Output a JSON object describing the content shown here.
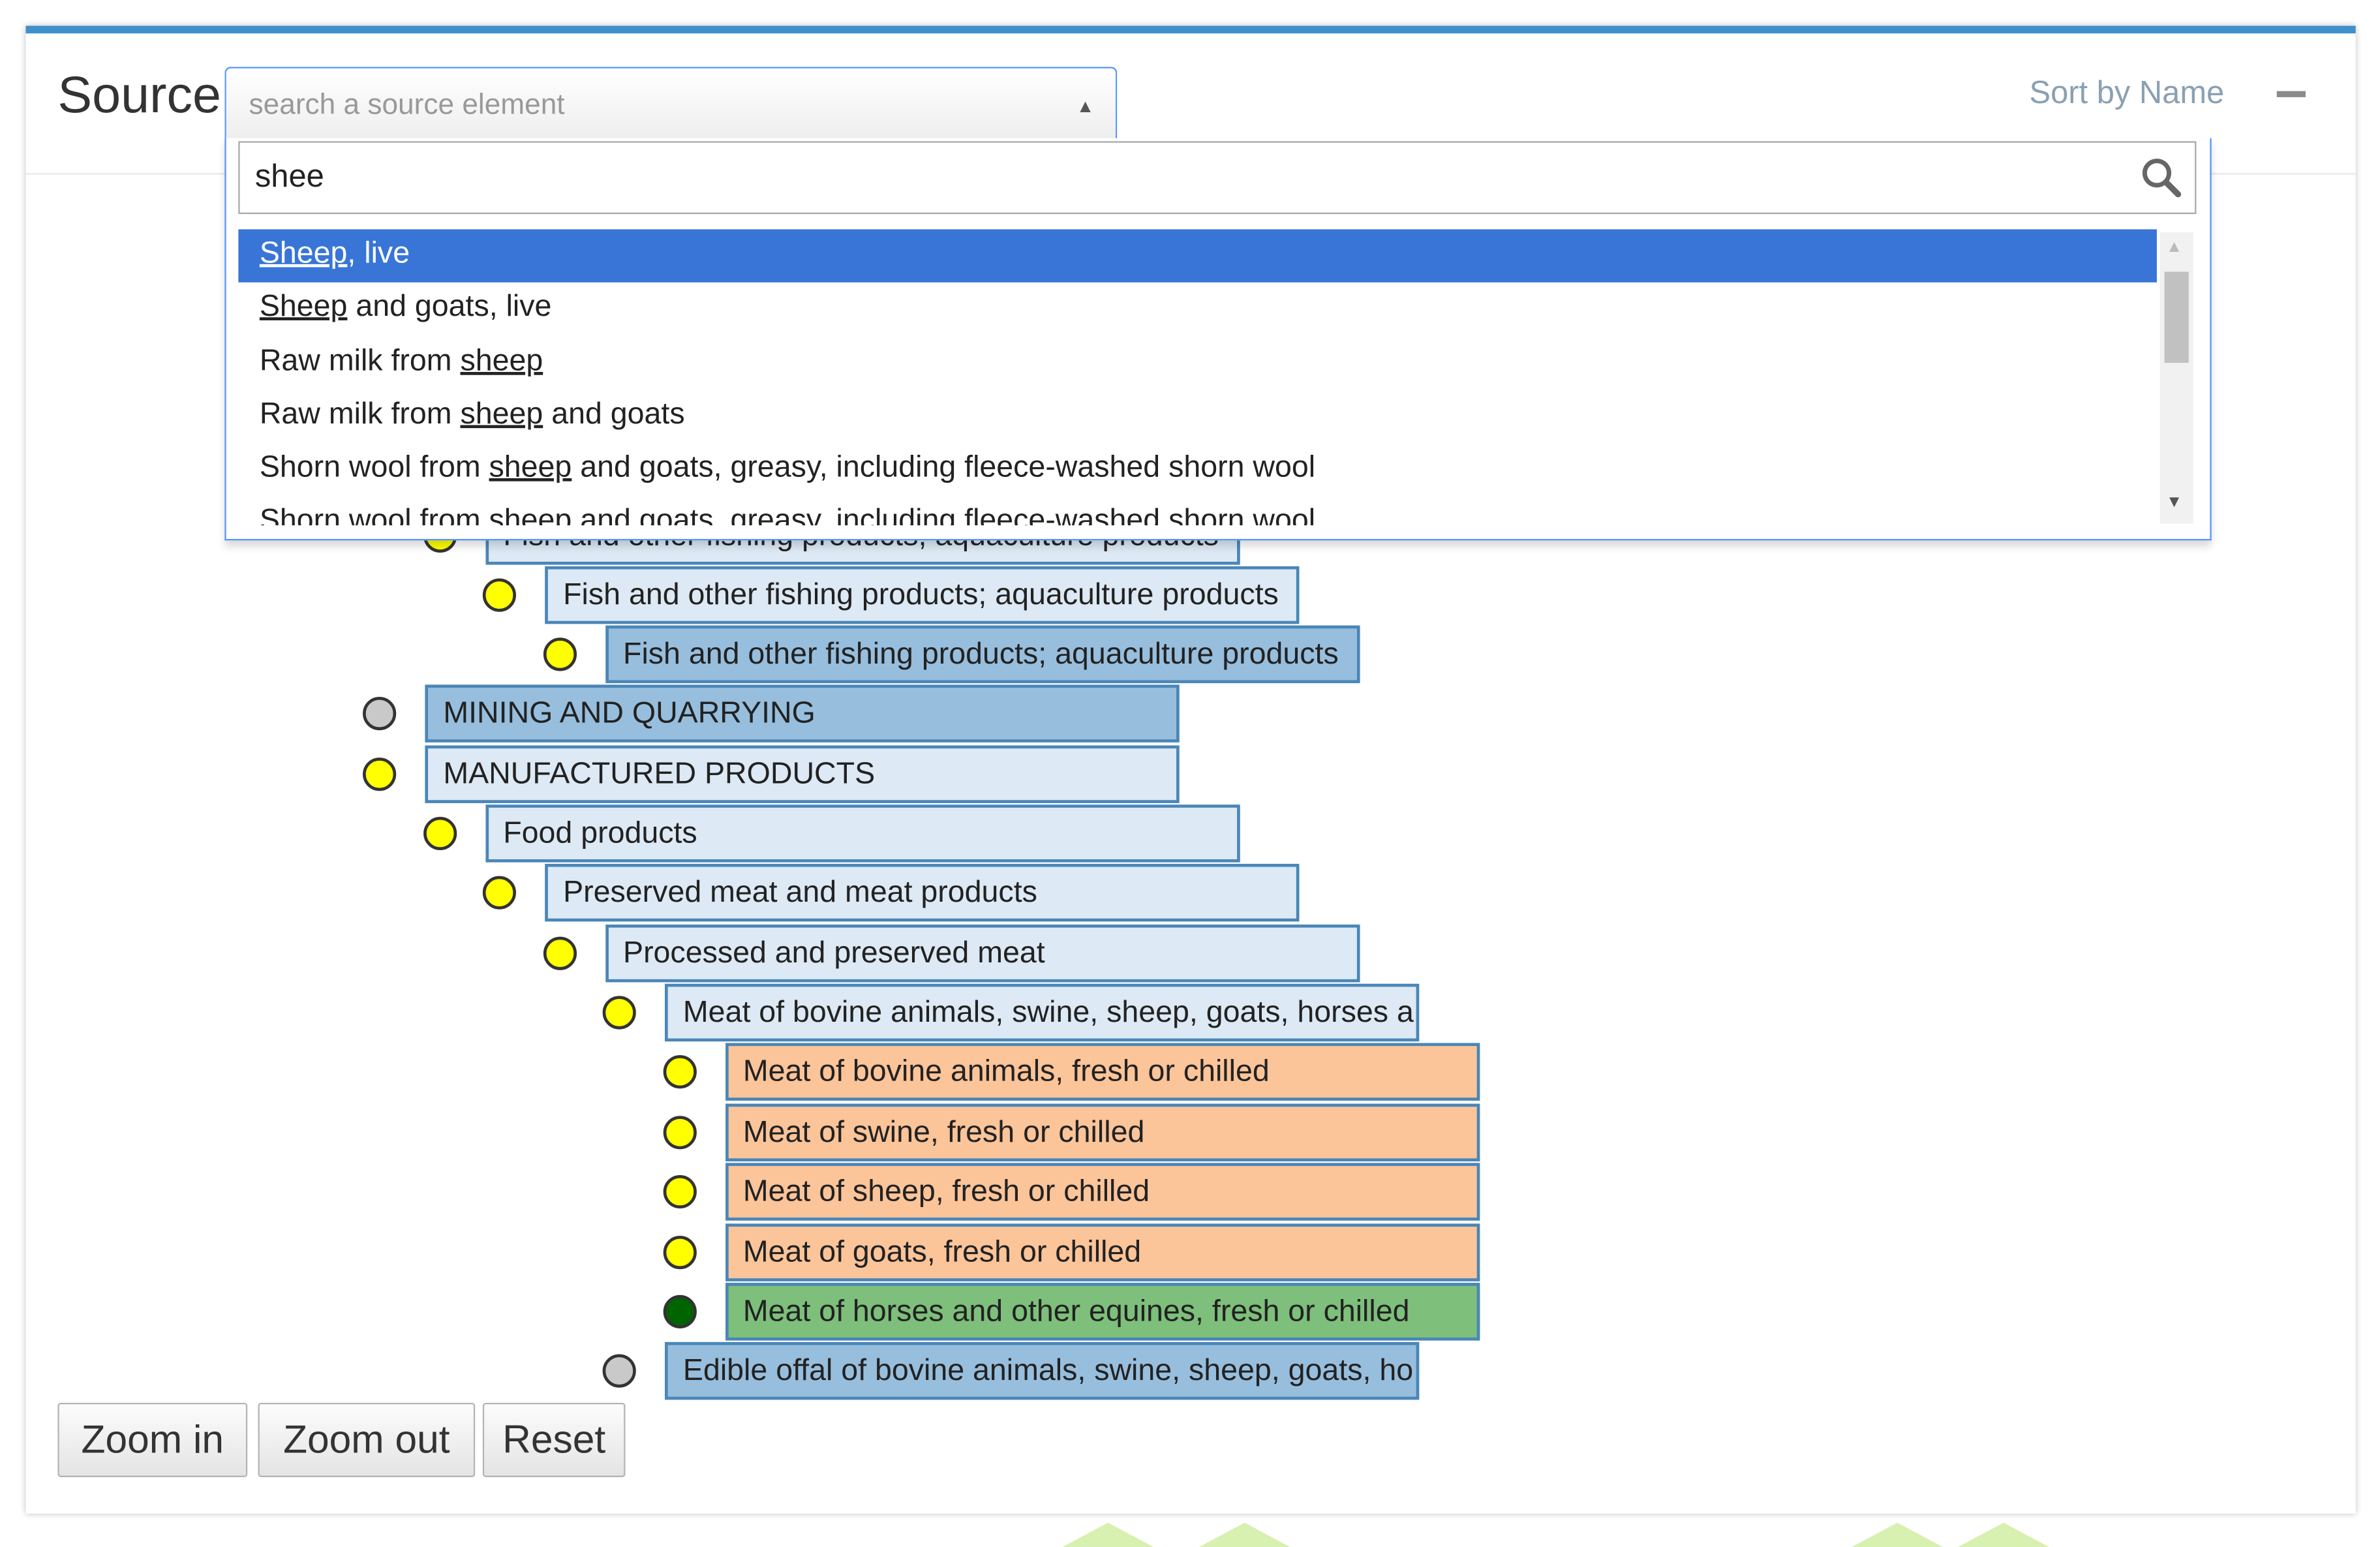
{
  "header": {
    "source_label": "Source",
    "select_placeholder": "search a source element",
    "sort_label": "Sort by Name"
  },
  "search": {
    "query": "shee"
  },
  "results": [
    {
      "pre": "",
      "match": "Sheep",
      "post": ", live",
      "highlighted": true
    },
    {
      "pre": "",
      "match": "Sheep",
      "post": " and goats, live"
    },
    {
      "pre": "Raw milk from ",
      "match": "sheep",
      "post": ""
    },
    {
      "pre": "Raw milk from ",
      "match": "sheep",
      "post": " and goats"
    },
    {
      "pre": "Shorn wool from ",
      "match": "sheep",
      "post": " and goats, greasy, including fleece-washed shorn wool"
    },
    {
      "pre": "Shorn wool from ",
      "match": "sheep",
      "post": " and goats, greasy, including fleece-washed shorn wool"
    }
  ],
  "tree": [
    {
      "label": "Fish and other fishing products; aquaculture products",
      "depth": 2,
      "fill": "light",
      "dot": "yellow",
      "partially_hidden": true
    },
    {
      "label": "Fish and other fishing products; aquaculture products",
      "depth": 3,
      "fill": "light",
      "dot": "yellow"
    },
    {
      "label": "Fish and other fishing products; aquaculture products",
      "depth": 4,
      "fill": "dark",
      "dot": "yellow"
    },
    {
      "label": "MINING AND QUARRYING",
      "depth": 1,
      "fill": "dark",
      "dot": "gray"
    },
    {
      "label": "MANUFACTURED PRODUCTS",
      "depth": 1,
      "fill": "light",
      "dot": "yellow"
    },
    {
      "label": "Food products",
      "depth": 2,
      "fill": "light",
      "dot": "yellow"
    },
    {
      "label": "Preserved meat and meat products",
      "depth": 3,
      "fill": "light",
      "dot": "yellow"
    },
    {
      "label": "Processed and preserved meat",
      "depth": 4,
      "fill": "light",
      "dot": "yellow"
    },
    {
      "label": "Meat of bovine animals, swine, sheep, goats, horses a",
      "depth": 5,
      "fill": "light",
      "dot": "yellow"
    },
    {
      "label": "Meat of bovine animals, fresh or chilled",
      "depth": 6,
      "fill": "orange",
      "dot": "yellow"
    },
    {
      "label": "Meat of swine, fresh or chilled",
      "depth": 6,
      "fill": "orange",
      "dot": "yellow"
    },
    {
      "label": "Meat of sheep, fresh or chilled",
      "depth": 6,
      "fill": "orange",
      "dot": "yellow"
    },
    {
      "label": "Meat of goats, fresh or chilled",
      "depth": 6,
      "fill": "orange",
      "dot": "yellow"
    },
    {
      "label": "Meat of horses and other equines, fresh or chilled",
      "depth": 6,
      "fill": "green",
      "dot": "darkgreen"
    },
    {
      "label": "Edible offal of bovine animals, swine, sheep, goats, ho",
      "depth": 5,
      "fill": "dark",
      "dot": "gray"
    }
  ],
  "buttons": {
    "zoom_in": "Zoom in",
    "zoom_out": "Zoom out",
    "reset": "Reset"
  },
  "colors": {
    "accent": "#3f8fc9",
    "highlight": "#3875d7",
    "node_light": "#dde9f4",
    "node_dark": "#97bedd",
    "node_orange": "#fbc499",
    "node_green": "#7dbf7b",
    "dot_yellow": "#ffff00",
    "dot_gray": "#c9c9c9",
    "dot_darkgreen": "#006400"
  }
}
